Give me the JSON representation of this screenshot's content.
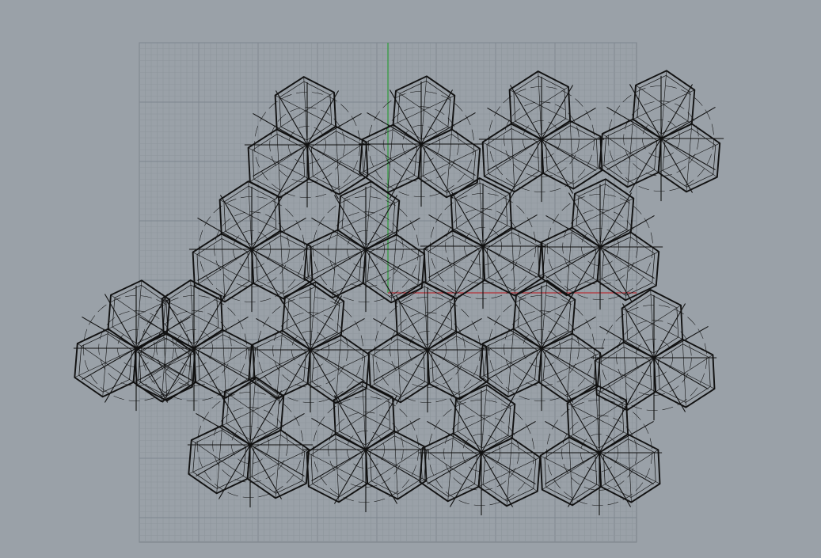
{
  "viewport": {
    "view": "top",
    "background_color": "#9aa1a8",
    "grid": {
      "visible": true,
      "minor_line_color": "#8d959c",
      "major_line_color": "#7f878f",
      "border_color": "#7a8189"
    },
    "axes": {
      "x_axis_color": "#b8333a",
      "y_axis_color": "#2f9e3c"
    }
  },
  "model": {
    "object_type": "folded-hexagon-star-tessellation",
    "line_color": "#111111",
    "unit_count": 18
  }
}
